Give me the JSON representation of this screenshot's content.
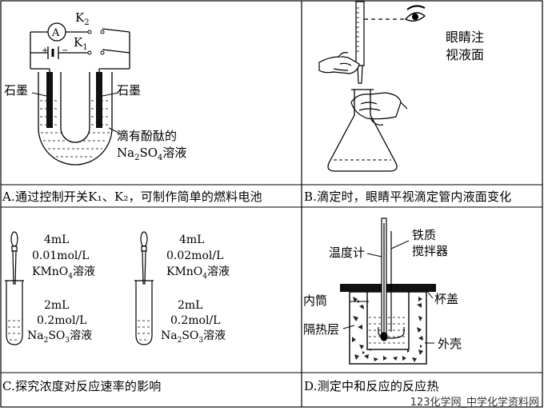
{
  "panels": {
    "a": {
      "ammeter": "A",
      "switch_k2": "K",
      "switch_k2_sub": "2",
      "switch_k1": "K",
      "switch_k1_sub": "1",
      "battery_plus": "+",
      "battery_minus": "−",
      "electrode_left": "石墨",
      "electrode_right": "石墨",
      "solution_line1": "滴有酚酞的",
      "solution_na": "Na",
      "solution_sub2": "2",
      "solution_so": "SO",
      "solution_sub4": "4",
      "solution_suffix": "溶液",
      "caption": "A.通过控制开关K₁、K₂，可制作简单的燃料电池"
    },
    "b": {
      "eye_label_1": "眼睛注",
      "eye_label_2": "视液面",
      "caption": "B.滴定时，眼睛平视滴定管内液面变化"
    },
    "c": {
      "left_top_1": "4mL",
      "left_top_2": "0.01mol/L",
      "left_top_3a": "KMnO",
      "left_top_3sub": "4",
      "left_top_3b": "溶液",
      "right_top_1": "4mL",
      "right_top_2": "0.02mol/L",
      "right_top_3a": "KMnO",
      "right_top_3sub": "4",
      "right_top_3b": "溶液",
      "left_bot_1": "2mL",
      "left_bot_2": "0.2mol/L",
      "left_bot_3a": "Na",
      "left_bot_3sub1": "2",
      "left_bot_3b": "SO",
      "left_bot_3sub2": "3",
      "left_bot_3c": "溶液",
      "right_bot_1": "2mL",
      "right_bot_2": "0.2mol/L",
      "right_bot_3a": "Na",
      "right_bot_3sub1": "2",
      "right_bot_3b": "SO",
      "right_bot_3sub2": "3",
      "right_bot_3c": "溶液",
      "caption": "C.探究浓度对反应速率的影响"
    },
    "d": {
      "thermometer": "温度计",
      "stirrer_1": "铁质",
      "stirrer_2": "搅拌器",
      "inner_cup": "内筒",
      "lid": "杯盖",
      "insulation": "隔热层",
      "outer_shell": "外壳",
      "caption": "D.测定中和反应的反应热"
    }
  },
  "watermark": "123化学网_中学化学资料网"
}
